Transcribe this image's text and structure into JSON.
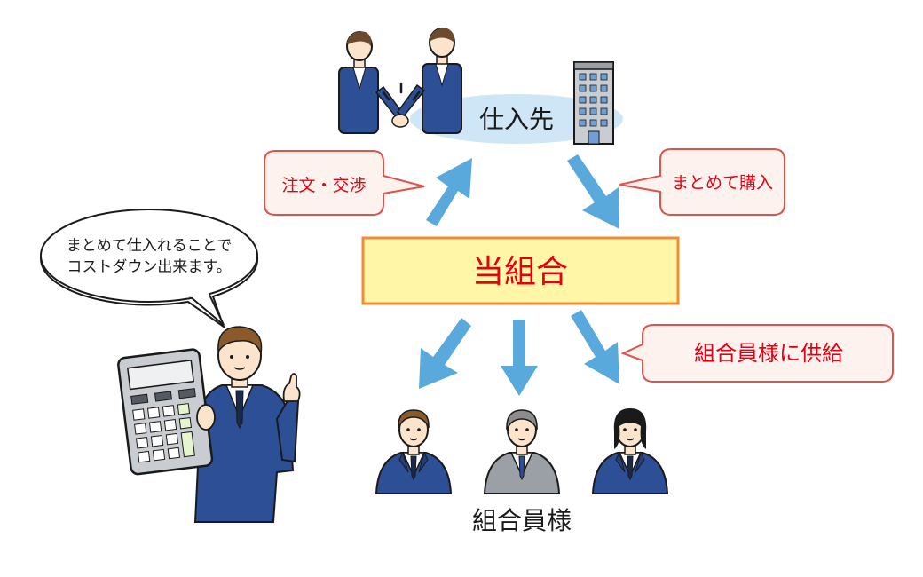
{
  "supplier": {
    "label": "仕入先"
  },
  "callouts": {
    "order_negotiation": "注文・交渉",
    "bulk_purchase": "まとめて購入",
    "supply_to_members": "組合員様に供給"
  },
  "union": {
    "label": "当組合"
  },
  "members": {
    "label": "組合員様"
  },
  "speech": {
    "line1": "まとめて仕入れることで",
    "line2": "コストダウン出来ます。"
  },
  "colors": {
    "arrow": "#5aa9dc",
    "suit": "#2c4f96",
    "callout_border": "#e0524a",
    "callout_fill": "#fdf2ee",
    "union_fill": "#fff6a8",
    "union_border": "#f08c33",
    "union_text": "#e60012",
    "supplier_ellipse": "#cfe6f6"
  }
}
